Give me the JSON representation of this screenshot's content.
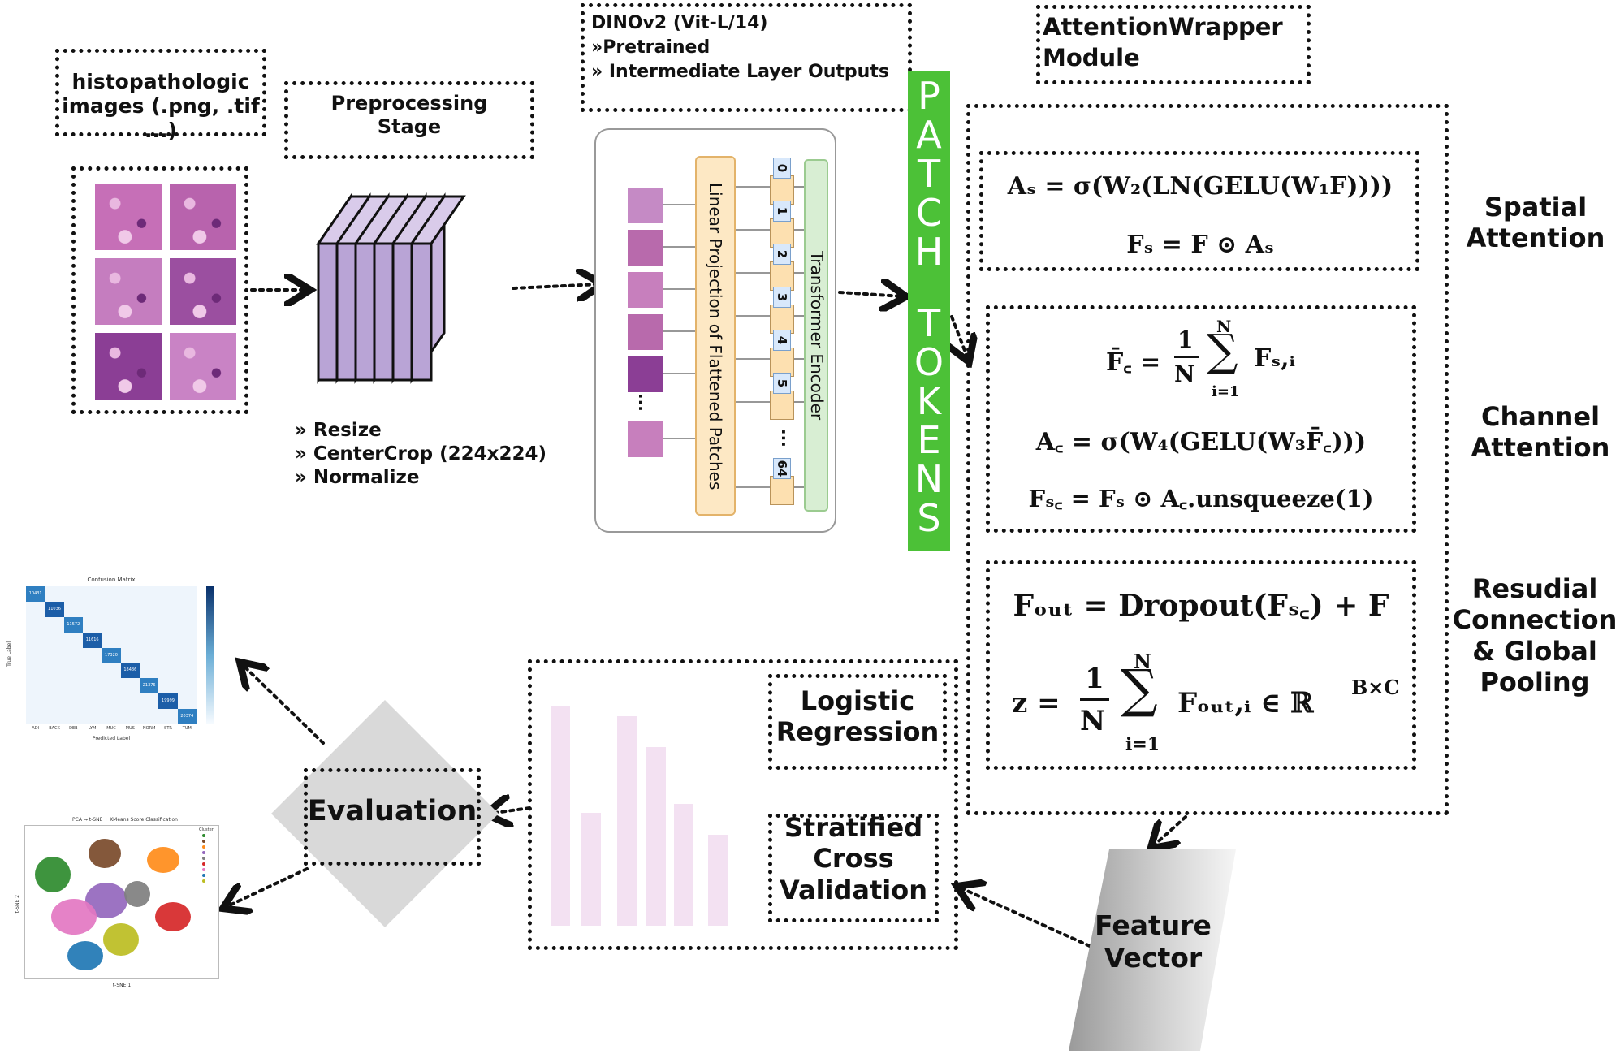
{
  "input": {
    "title": "histopathologic images (.png, .tif ...)",
    "tile_colors": [
      "#c66fb7",
      "#b863ad",
      "#c57dbf",
      "#9b4fa0",
      "#8b3e95",
      "#c983c5"
    ]
  },
  "preprocessing": {
    "title": "Preprocessing Stage",
    "steps": [
      "» Resize",
      "» CenterCrop (224x224)",
      "» Normalize"
    ]
  },
  "dinov2": {
    "title": "DINOv2 (Vit-L/14)",
    "items": [
      "»Pretrained",
      "» Intermediate Layer Outputs"
    ],
    "linear_projection": "Linear Projection of Flattened Patches",
    "transformer": "Transformer Encoder",
    "token_labels": [
      "0",
      "1",
      "2",
      "3",
      "4",
      "5",
      "64"
    ],
    "ellipsis": "..."
  },
  "patch_tokens": {
    "label": "PATCH TOKENS",
    "color": "#4cc137"
  },
  "attention": {
    "title": "AttentionWrapper Module",
    "spatial": {
      "label": "Spatial Attention",
      "eq1": "Aₛ = σ(W₂(LN(GELU(W₁F))))",
      "eq2": "Fₛ = F ⊙ Aₛ"
    },
    "channel": {
      "label": "Channel Attention",
      "eq1_lhs": "F̄꜀ =",
      "eq1_rhs": "Fₛ,ᵢ",
      "eq2": "A꜀ = σ(W₄(GELU(W₃F̄꜀)))",
      "eq3": "Fₛ꜀ = Fₛ ⊙ A꜀.unsqueeze(1)"
    },
    "residual": {
      "label": "Resudial Connection & Global Pooling",
      "eq1": "Fₒᵤₜ = Dropout(Fₛ꜀) + F",
      "eq2_lhs": "z =",
      "eq2_rhs": "Fₒᵤₜ,ᵢ ∈ ℝ",
      "eq2_sup": "B×C"
    },
    "frac_num": "1",
    "frac_den": "N",
    "sum_top": "N",
    "sum_bottom": "i=1",
    "sum_sign": "∑"
  },
  "feature_vector": {
    "label": "Feature Vector"
  },
  "classifier": {
    "logistic": "Logistic Regression",
    "cv": "Stratified Cross Validation",
    "bars": [
      0.7,
      0.36,
      0.67,
      0.57,
      0.39,
      0.29
    ]
  },
  "evaluation": {
    "label": "Evaluation"
  },
  "thumbnails": {
    "confusion_matrix": {
      "title": "Confusion Matrix",
      "classes": [
        "ADI",
        "BACK",
        "DEB",
        "LYM",
        "MUC",
        "MUS",
        "NORM",
        "STR",
        "TUM"
      ],
      "diagonal": [
        "10431",
        "11036",
        "11572",
        "11616",
        "17320",
        "18486",
        "21376",
        "19999",
        "20374"
      ],
      "xlabel": "Predicted Label",
      "ylabel": "True Label"
    },
    "tsne": {
      "title": "PCA → t-SNE + KMeans Score Classification",
      "xlabel": "t-SNE 1",
      "ylabel": "t-SNE 2",
      "legend_title": "Cluster",
      "cluster_colors": [
        "#2e8b2e",
        "#7a4a2a",
        "#ff8c1a",
        "#9467bd",
        "#7f7f7f",
        "#d62728",
        "#e377c2",
        "#1f77b4",
        "#bcbd22"
      ]
    }
  }
}
